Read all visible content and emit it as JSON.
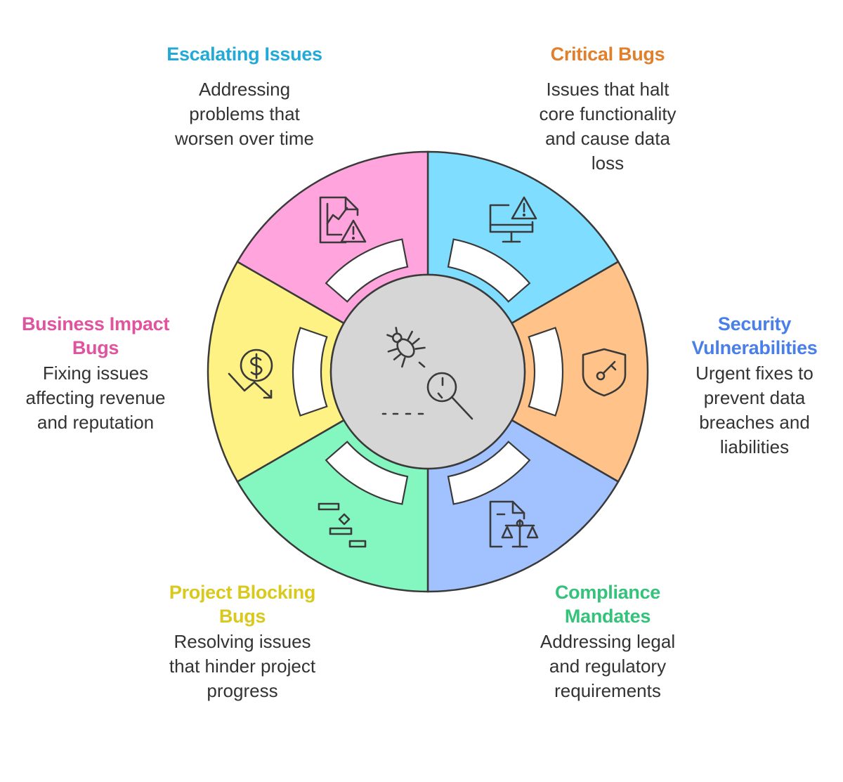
{
  "segments": [
    {
      "id": "escalating",
      "title_lines": [
        "Escalating Issues"
      ],
      "desc_lines": [
        "Addressing",
        "problems that",
        "worsen over time"
      ],
      "fill": "#7fdeff",
      "title_color": "#22a9d6",
      "icon": "chart-warning-icon"
    },
    {
      "id": "critical",
      "title_lines": [
        "Critical Bugs"
      ],
      "desc_lines": [
        "Issues that halt",
        "core functionality",
        "and cause data",
        "loss"
      ],
      "fill": "#ffc38a",
      "title_color": "#e07f2c",
      "icon": "monitor-warning-icon"
    },
    {
      "id": "security",
      "title_lines": [
        "Security",
        "Vulnerabilities"
      ],
      "desc_lines": [
        "Urgent fixes to",
        "prevent data",
        "breaches and",
        "liabilities"
      ],
      "fill": "#a2c2ff",
      "title_color": "#4a7fe8",
      "icon": "shield-key-icon"
    },
    {
      "id": "compliance",
      "title_lines": [
        "Compliance",
        "Mandates"
      ],
      "desc_lines": [
        "Addressing legal",
        "and regulatory",
        "requirements"
      ],
      "fill": "#84f7c1",
      "title_color": "#35c27a",
      "icon": "document-scale-icon"
    },
    {
      "id": "project",
      "title_lines": [
        "Project Blocking",
        "Bugs"
      ],
      "desc_lines": [
        "Resolving issues",
        "that hinder project",
        "progress"
      ],
      "fill": "#fff284",
      "title_color": "#d8c91c",
      "icon": "gantt-chart-icon"
    },
    {
      "id": "business",
      "title_lines": [
        "Business Impact",
        "Bugs"
      ],
      "desc_lines": [
        "Fixing issues",
        "affecting revenue",
        "and reputation"
      ],
      "fill": "#ffa4dc",
      "title_color": "#e0539f",
      "icon": "dollar-down-icon"
    }
  ],
  "center": {
    "fill": "#d6d6d6",
    "icon": "bug-search-icon"
  },
  "stroke_color": "#3a3a3a"
}
